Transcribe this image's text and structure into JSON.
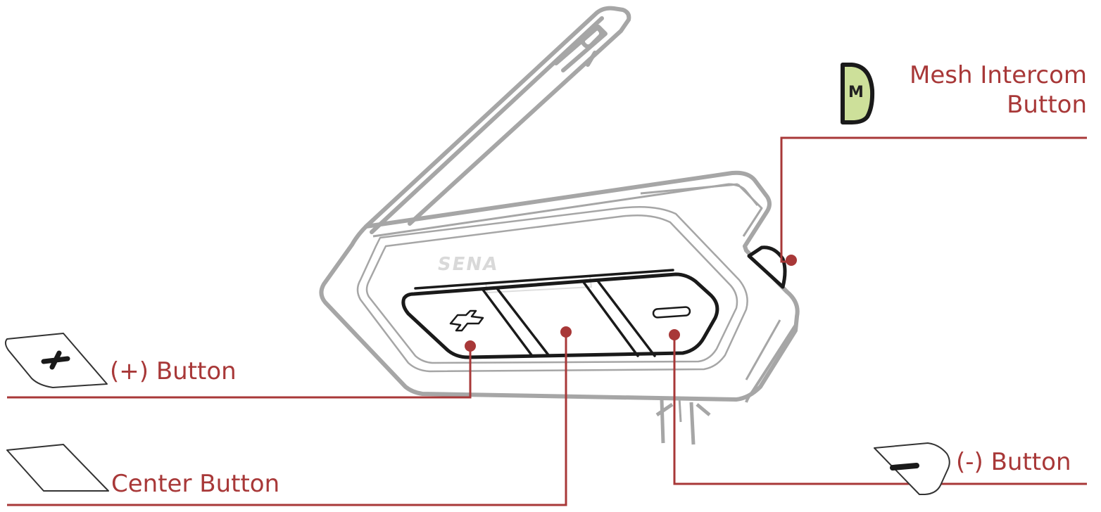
{
  "device": {
    "brand": "SENA"
  },
  "labels": {
    "mesh_intercom_line1": "Mesh Intercom",
    "mesh_intercom_line2": "Button",
    "plus_button": "(+) Button",
    "center_button": "Center Button",
    "minus_button": "(-) Button",
    "mesh_icon_letter": "M"
  },
  "colors": {
    "callout": "#a83838",
    "outline_gray": "#a6a6a6",
    "button_outline": "#1a1a1a",
    "mesh_button_fill": "#cde09a"
  },
  "icons": [
    "plus-button-icon",
    "center-button-icon",
    "minus-button-icon",
    "mesh-intercom-button-icon"
  ]
}
